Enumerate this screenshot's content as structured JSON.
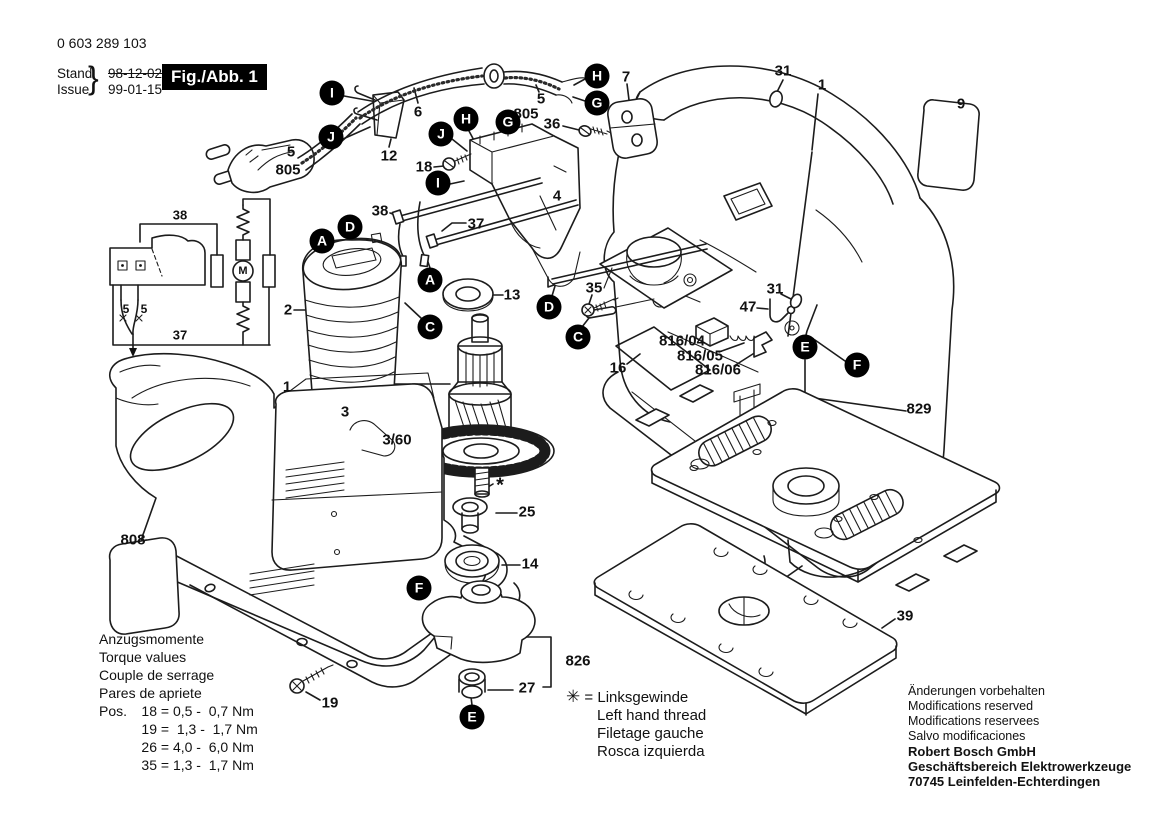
{
  "header": {
    "part_number": "0 603 289 103",
    "stand_label": "Stand",
    "issue_label": "Issue",
    "brace": "}",
    "stand_date": "98-12-02",
    "issue_date": "99-01-15",
    "figure_label": "Fig./Abb. 1"
  },
  "torque": {
    "title_lines": [
      "Anzugsmomente",
      "Torque values",
      "Couple de serrage",
      "Pares de apriete"
    ],
    "pos_label": "Pos.",
    "rows": [
      {
        "pos": "18",
        "val": "= 0,5 -  0,7 Nm"
      },
      {
        "pos": "19",
        "val": "=  1,3 -  1,7 Nm"
      },
      {
        "pos": "26",
        "val": "= 4,0 -  6,0 Nm"
      },
      {
        "pos": "35",
        "val": "= 1,3 -  1,7 Nm"
      }
    ]
  },
  "thread_legend": {
    "symbol": "✳",
    "eq": "=",
    "lines": [
      "Linksgewinde",
      "Left hand thread",
      "Filetage gauche",
      "Rosca izquierda"
    ]
  },
  "footer": {
    "notes": [
      "Änderungen vorbehalten",
      "Modifications reserved",
      "Modifications reservees",
      "Salvo modificaciones"
    ],
    "company": [
      "Robert Bosch GmbH",
      "Geschäftsbereich Elektrowerkzeuge",
      "70745 Leinfelden-Echterdingen"
    ]
  },
  "callouts": {
    "plug_5": "5",
    "plug_805": "805",
    "cable_6": "6",
    "cap_12": "12",
    "cable2_5": "5",
    "cable2_805": "805",
    "screw_36": "36",
    "clamp_7": "7",
    "oring31_top": "31",
    "housing1": "1",
    "label_9": "9",
    "screw_18": "18",
    "rod_38": "38",
    "rod_37": "37",
    "handle_4": "4",
    "coil_2": "2",
    "bearing_13": "13",
    "screw_35": "35",
    "switch_16": "16",
    "b816_04": "816/04",
    "b816_05": "816/05",
    "b816_06": "816/06",
    "pin_47": "47",
    "oring31_mid": "31",
    "plate_829": "829",
    "body_1": "1",
    "arm_3": "3",
    "fan_360": "3/60",
    "star_mark": "*",
    "washer_25": "25",
    "bearing_14": "14",
    "label_808": "808",
    "brkt_826": "826",
    "bush_27": "27",
    "screw_19": "19",
    "sheet_39": "39",
    "sch_38": "38",
    "sch_37": "37",
    "sch_5a": "5",
    "sch_5b": "5",
    "sch_M": "M"
  },
  "markers": {
    "m1": "I",
    "m2": "J",
    "m3": "H",
    "m4": "J",
    "m5": "G",
    "m6": "I",
    "m7": "H",
    "m8": "G",
    "m9": "A",
    "m10": "D",
    "m11": "A",
    "m12": "C",
    "m13": "D",
    "m14": "C",
    "m15": "E",
    "m16": "F",
    "m17": "F",
    "m18": "E"
  }
}
